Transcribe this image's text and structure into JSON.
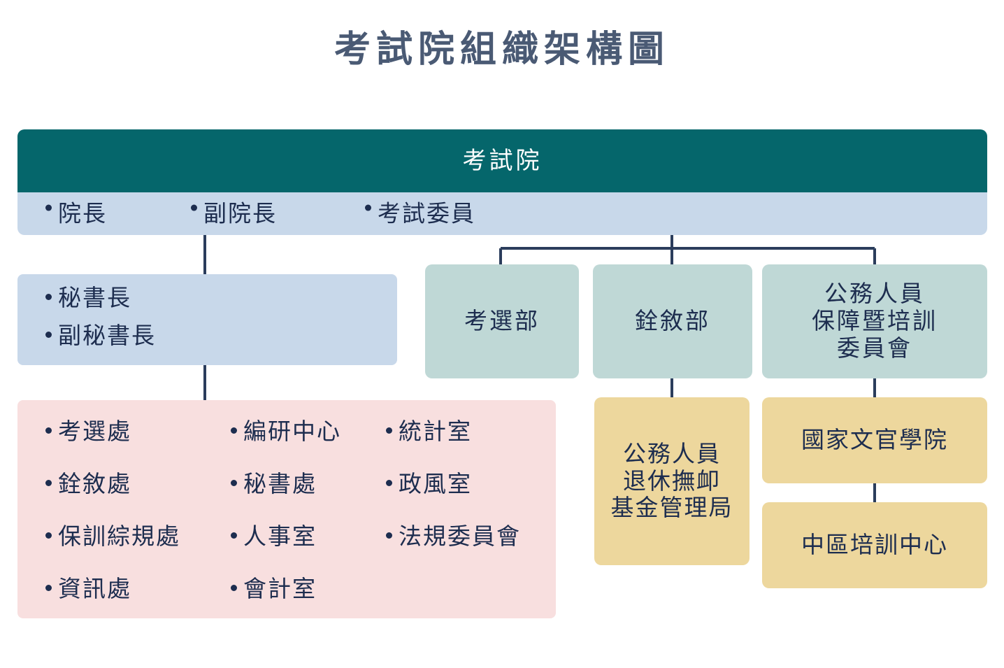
{
  "title": "考試院組織架構圖",
  "colors": {
    "title_text": "#4a5a74",
    "root_bg": "#05666b",
    "root_text": "#ffffff",
    "officers_bg": "#c8d8ea",
    "secretariat_bg": "#c8d8ea",
    "units_bg": "#f8dfdf",
    "ministry_bg": "#bfd8d6",
    "subagency_bg": "#edd79d",
    "body_text": "#1d2d4f",
    "connector": "#2b3d5c"
  },
  "root": {
    "label": "考試院"
  },
  "officers": [
    {
      "label": "院長"
    },
    {
      "label": "副院長"
    },
    {
      "label": "考試委員"
    }
  ],
  "secretariat": [
    {
      "label": "秘書長"
    },
    {
      "label": "副秘書長"
    }
  ],
  "units": {
    "columns": [
      {
        "items": [
          {
            "label": "考選處"
          },
          {
            "label": "銓敘處"
          },
          {
            "label": "保訓綜規處"
          },
          {
            "label": "資訊處"
          }
        ]
      },
      {
        "items": [
          {
            "label": "編研中心"
          },
          {
            "label": "秘書處"
          },
          {
            "label": "人事室"
          },
          {
            "label": "會計室"
          }
        ]
      },
      {
        "items": [
          {
            "label": "統計室"
          },
          {
            "label": "政風室"
          },
          {
            "label": "法規委員會"
          }
        ]
      }
    ]
  },
  "ministries": [
    {
      "line1": "考選部",
      "line2": "",
      "line3": ""
    },
    {
      "line1": "銓敘部",
      "line2": "",
      "line3": ""
    },
    {
      "line1": "公務人員",
      "line2": "保障暨培訓",
      "line3": "委員會"
    }
  ],
  "subagencies": [
    {
      "line1": "公務人員",
      "line2": "退休撫卹",
      "line3": "基金管理局"
    },
    {
      "line1": "國家文官學院",
      "line2": "",
      "line3": ""
    },
    {
      "line1": "中區培訓中心",
      "line2": "",
      "line3": ""
    }
  ]
}
